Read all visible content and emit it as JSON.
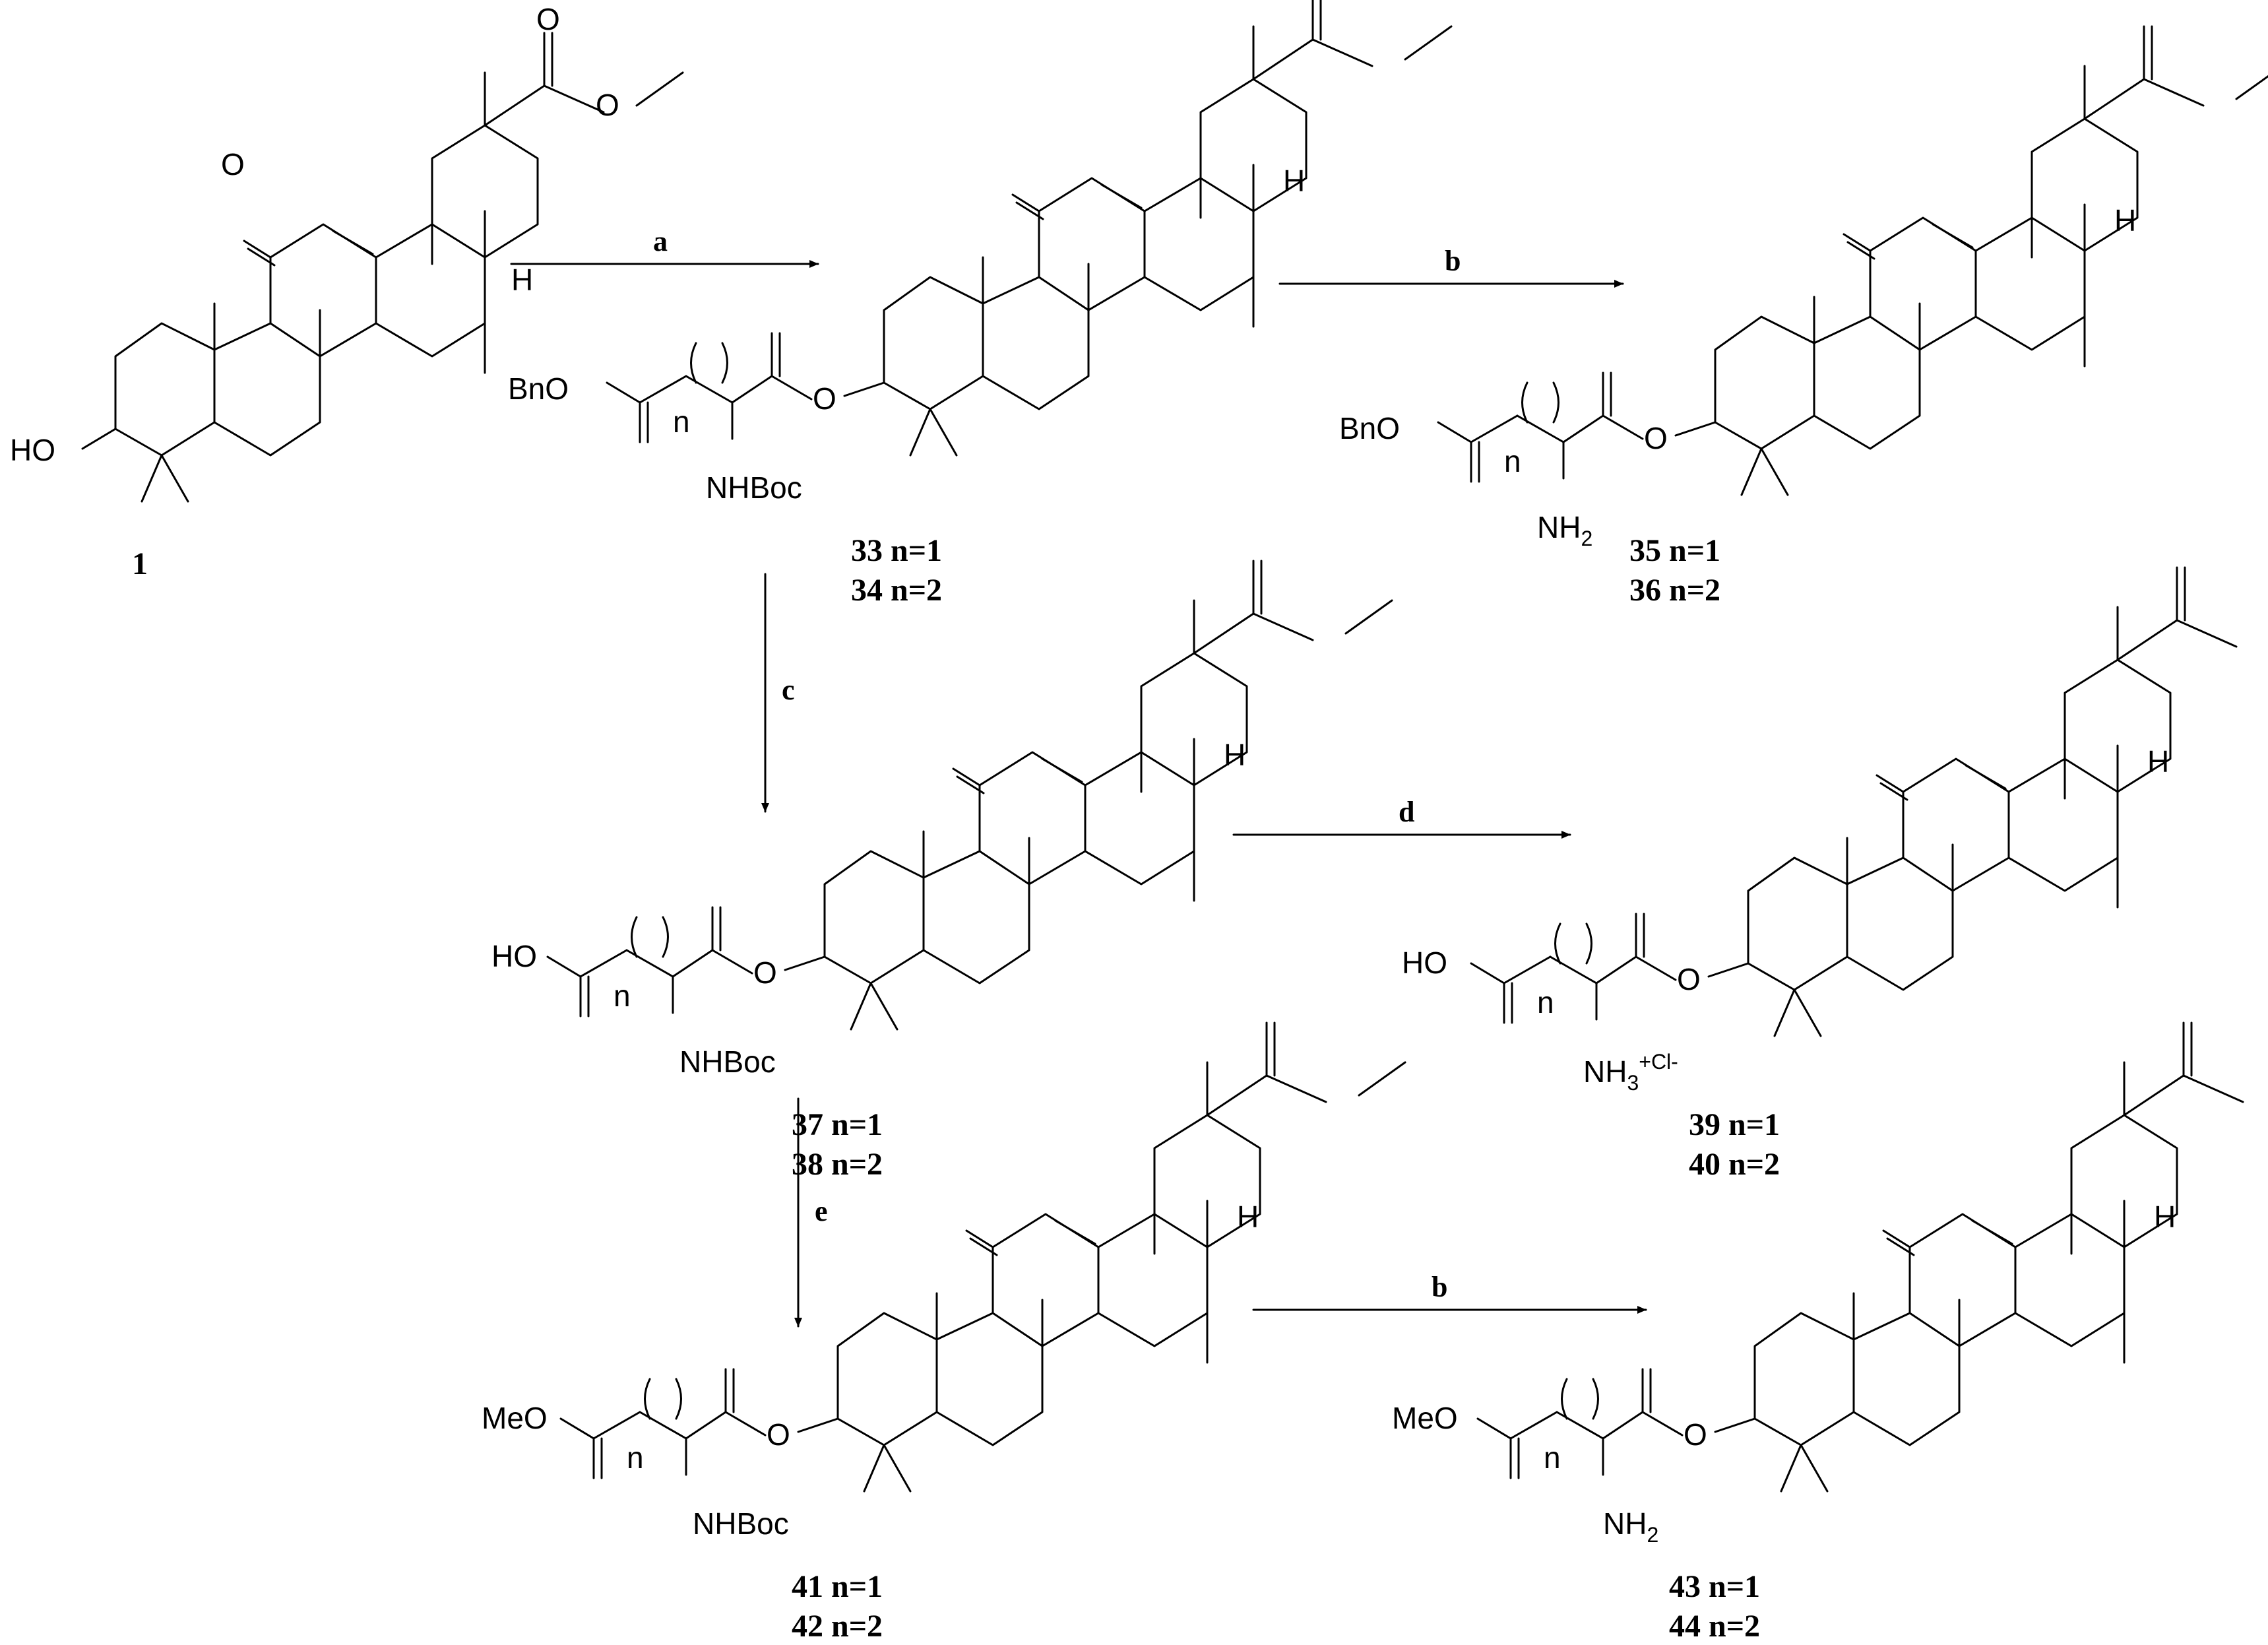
{
  "compounds": {
    "c1": {
      "label": "1"
    },
    "c33": {
      "line1": "33 n=1",
      "line2": "34 n=2",
      "ester": "BnO",
      "amine": "NHBoc"
    },
    "c35": {
      "line1": "35 n=1",
      "line2": "36 n=2",
      "ester": "BnO",
      "amine": "NH",
      "amine_sub": "2"
    },
    "c37": {
      "line1": "37 n=1",
      "line2": "38 n=2",
      "ester": "HO",
      "amine": "NHBoc"
    },
    "c39": {
      "line1": "39 n=1",
      "line2": "40 n=2",
      "ester": "HO",
      "amine": "NH",
      "amine_sub": "3",
      "amine_tail": "+Cl-"
    },
    "c41": {
      "line1": "41 n=1",
      "line2": "42 n=2",
      "ester": "MeO",
      "amine": "NHBoc"
    },
    "c43": {
      "line1": "43 n=1",
      "line2": "44 n=2",
      "ester": "MeO",
      "amine": "NH",
      "amine_sub": "2"
    }
  },
  "steps": {
    "a": "a",
    "b1": "b",
    "c": "c",
    "d": "d",
    "e": "e",
    "b2": "b"
  },
  "atoms": {
    "O": "O",
    "H": "H",
    "HO": "HO",
    "n": "n"
  }
}
